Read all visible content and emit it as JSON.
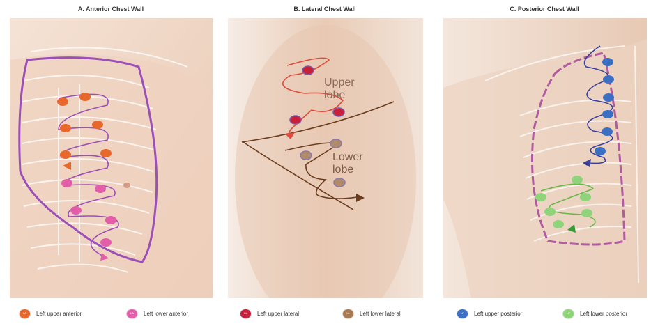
{
  "panels": {
    "anterior": {
      "title": "A. Anterior Chest Wall"
    },
    "lateral": {
      "title": "B. Lateral Chest Wall",
      "upper_lobe": [
        "Upper",
        "lobe"
      ],
      "lower_lobe": [
        "Lower",
        "lobe"
      ]
    },
    "posterior": {
      "title": "C. Posterior Chest Wall"
    }
  },
  "legend": [
    {
      "label": "Left upper anterior",
      "color": "#e8672a",
      "code": "LA"
    },
    {
      "label": "Left lower anterior",
      "color": "#e35ea8",
      "code": "LA"
    },
    {
      "label": "Left upper lateral",
      "color": "#c8203a",
      "code": "LL"
    },
    {
      "label": "Left lower lateral",
      "color": "#a97a52",
      "code": "LL"
    },
    {
      "label": "Left upper posterior",
      "color": "#3a6fc4",
      "code": "LP"
    },
    {
      "label": "Left lower posterior",
      "color": "#8fd47a",
      "code": "LP"
    }
  ],
  "colors": {
    "skin": "#f0d8c8",
    "rib_outline": "#ffffff",
    "anterior_path": "#9b4fb8",
    "lateral_upper_path": "#e04a3a",
    "lateral_lower_path": "#6b3d1f",
    "posterior_upper_path": "#3a3f9c",
    "posterior_lower_path": "#6ab84a",
    "lung_border": "#b05aa0"
  }
}
